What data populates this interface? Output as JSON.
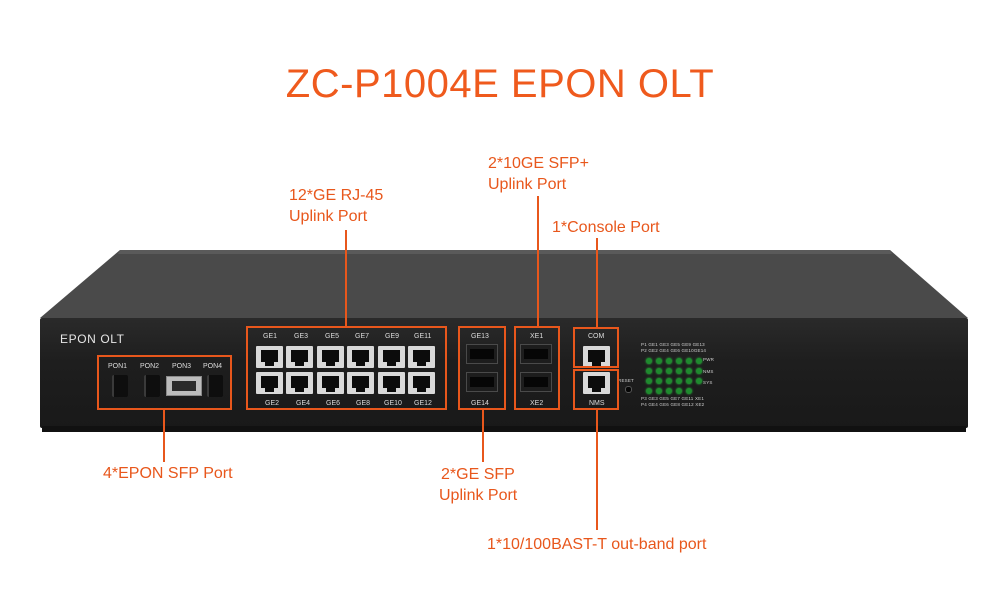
{
  "title": "ZC-P1004E EPON OLT",
  "device": {
    "brand": "EPON OLT",
    "pon_labels": [
      "PON1",
      "PON2",
      "PON3",
      "PON4"
    ],
    "ge_top_labels": [
      "GE1",
      "GE3",
      "GE5",
      "GE7",
      "GE9",
      "GE11"
    ],
    "ge_bottom_labels": [
      "GE2",
      "GE4",
      "GE6",
      "GE8",
      "GE10",
      "GE12"
    ],
    "sfp_top_label": "GE13",
    "sfp_bottom_label": "GE14",
    "xe_top_label": "XE1",
    "xe_bottom_label": "XE2",
    "com_label": "COM",
    "nms_label": "NMS",
    "reset_label": "RESET",
    "led_legend_top1": "P1  GE1 GE3 GE5 GE9  GE13",
    "led_legend_top2": "P2  GE2 GE4 GE6 GE10GE14",
    "led_legend_bottom1": "P3  GE3 GE5 GE7 GE11 XE1",
    "led_legend_bottom2": "P4  GE4 GE6 GE8 GE12 XE2",
    "status_labels": [
      "PWR",
      "NMS",
      "SYS"
    ]
  },
  "callouts": {
    "rj45": {
      "line1": "12*GE RJ-45",
      "line2": "Uplink Port"
    },
    "sfp_plus": {
      "line1": "2*10GE SFP+",
      "line2": "Uplink Port"
    },
    "console": {
      "line1": "1*Console Port"
    },
    "epon": {
      "line1": "4*EPON SFP Port"
    },
    "ge_sfp": {
      "line1": "2*GE SFP",
      "line2": "Uplink Port"
    },
    "outband": {
      "line1": "1*10/100BAST-T out-band port"
    }
  },
  "colors": {
    "accent": "#e8571c",
    "chassis": "#1e1e1e"
  }
}
